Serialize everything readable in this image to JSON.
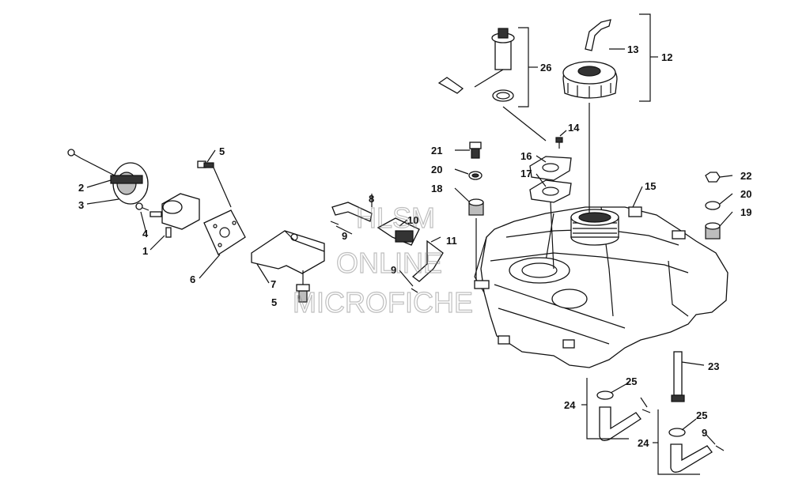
{
  "watermark": {
    "line1": "HLSM",
    "line2": "ONLINE",
    "line3": "MICROFICHE"
  },
  "callouts": {
    "c1": "1",
    "c2": "2",
    "c3": "3",
    "c4": "4",
    "c5a": "5",
    "c5b": "5",
    "c6": "6",
    "c7": "7",
    "c8": "8",
    "c9a": "9",
    "c9b": "9",
    "c9c": "9",
    "c10": "10",
    "c11": "11",
    "c12": "12",
    "c13": "13",
    "c14": "14",
    "c15": "15",
    "c16": "16",
    "c17": "17",
    "c18": "18",
    "c19": "19",
    "c20a": "20",
    "c20b": "20",
    "c21": "21",
    "c22": "22",
    "c23": "23",
    "c24a": "24",
    "c24b": "24",
    "c25a": "25",
    "c25b": "25",
    "c26": "26"
  }
}
